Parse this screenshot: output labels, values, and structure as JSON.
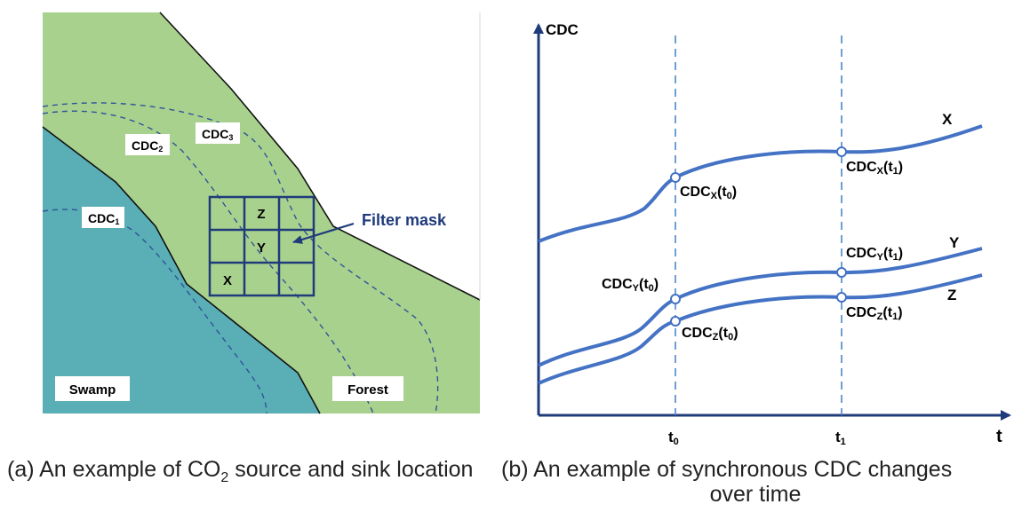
{
  "panel_a": {
    "contour_labels": {
      "cdc1": "CDC",
      "cdc1_sub": "1",
      "cdc2": "CDC",
      "cdc2_sub": "2",
      "cdc3": "CDC",
      "cdc3_sub": "3"
    },
    "mask_cells": {
      "z": "Z",
      "y": "Y",
      "x": "X"
    },
    "filter_mask_label": "Filter mask",
    "region_swamp": "Swamp",
    "region_forest": "Forest",
    "colors": {
      "forest": "#a9d18e",
      "swamp": "#5aaeb5",
      "mask": "#1f3b7a",
      "contour": "#2f5597"
    }
  },
  "panel_b": {
    "y_axis_label": "CDC",
    "x_axis_label": "t",
    "tick_t0": "t",
    "tick_t0_sub": "0",
    "tick_t1": "t",
    "tick_t1_sub": "1",
    "series_labels": {
      "x": "X",
      "y": "Y",
      "z": "Z"
    },
    "point_labels": {
      "cdcx_t0": {
        "base": "CDC",
        "sub": "X",
        "arg": "(t",
        "arg_sub": "0",
        "close": ")"
      },
      "cdcx_t1": {
        "base": "CDC",
        "sub": "X",
        "arg": "(t",
        "arg_sub": "1",
        "close": ")"
      },
      "cdcy_t0": {
        "base": "CDC",
        "sub": "Y",
        "arg": "(t",
        "arg_sub": "0",
        "close": ")"
      },
      "cdcy_t1": {
        "base": "CDC",
        "sub": "Y",
        "arg": "(t",
        "arg_sub": "1",
        "close": ")"
      },
      "cdcz_t0": {
        "base": "CDC",
        "sub": "Z",
        "arg": "(t",
        "arg_sub": "0",
        "close": ")"
      },
      "cdcz_t1": {
        "base": "CDC",
        "sub": "Z",
        "arg": "(t",
        "arg_sub": "1",
        "close": ")"
      }
    },
    "colors": {
      "axis": "#1f3b7a",
      "curve": "#4472c4",
      "guide": "#4a86c8"
    }
  },
  "captions": {
    "a_prefix": "(a) An example of CO",
    "a_sub": "2",
    "a_suffix": " source and sink location",
    "b_line1": "(b) An example of synchronous CDC changes",
    "b_line2": "over time"
  }
}
